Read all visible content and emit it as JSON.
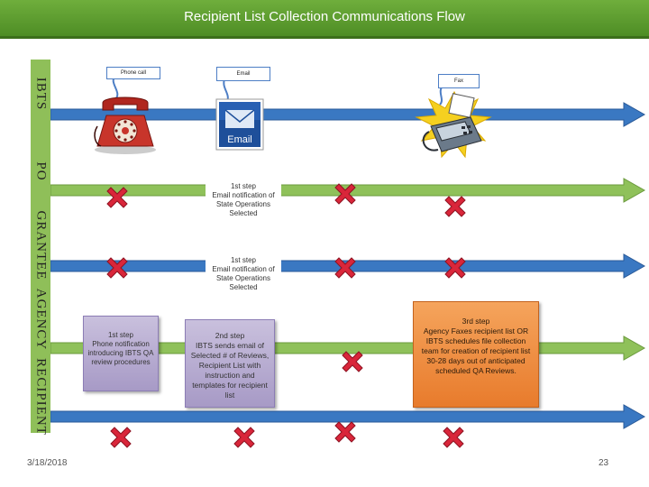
{
  "title": "Recipient List Collection Communications Flow",
  "lanes": [
    "IBTS",
    "PO",
    "GRANTEE",
    "AGENCY",
    "RECIPIENT"
  ],
  "callouts": {
    "phone": "Phone call",
    "email": "Email",
    "fax": "Fax"
  },
  "icons": {
    "phone": "telephone-icon",
    "email": "email-icon",
    "fax": "fax-machine-icon"
  },
  "email_icon_text": "Email",
  "steps": {
    "po": {
      "step": "1st step",
      "text": "Email notification of State Operations Selected"
    },
    "grantee": {
      "step": "1st step",
      "text": "Email notification of State Operations Selected"
    },
    "agency_phone": {
      "step": "1st step",
      "text": "Phone notification introducing IBTS QA review procedures"
    },
    "agency_email": {
      "step": "2nd step",
      "text": "IBTS sends email of Selected # of Reviews, Recipient List with instruction and templates for recipient list"
    },
    "agency_fax": {
      "step": "3rd step",
      "text": "Agency Faxes recipient list OR IBTS schedules file collection team for creation of recipient list 30-28 days out of anticipated scheduled QA Reviews."
    }
  },
  "footer": {
    "date": "3/18/2018",
    "page": "23"
  },
  "colors": {
    "title_bar": "#5a9a2c",
    "lane_label": "#8fbf59",
    "blue_arrow": "#3a78c2",
    "green_arrow": "#8fc15a",
    "x_mark": "#d9263a",
    "purple_box": "#b3a7cf",
    "orange_box": "#ee8a3a"
  }
}
